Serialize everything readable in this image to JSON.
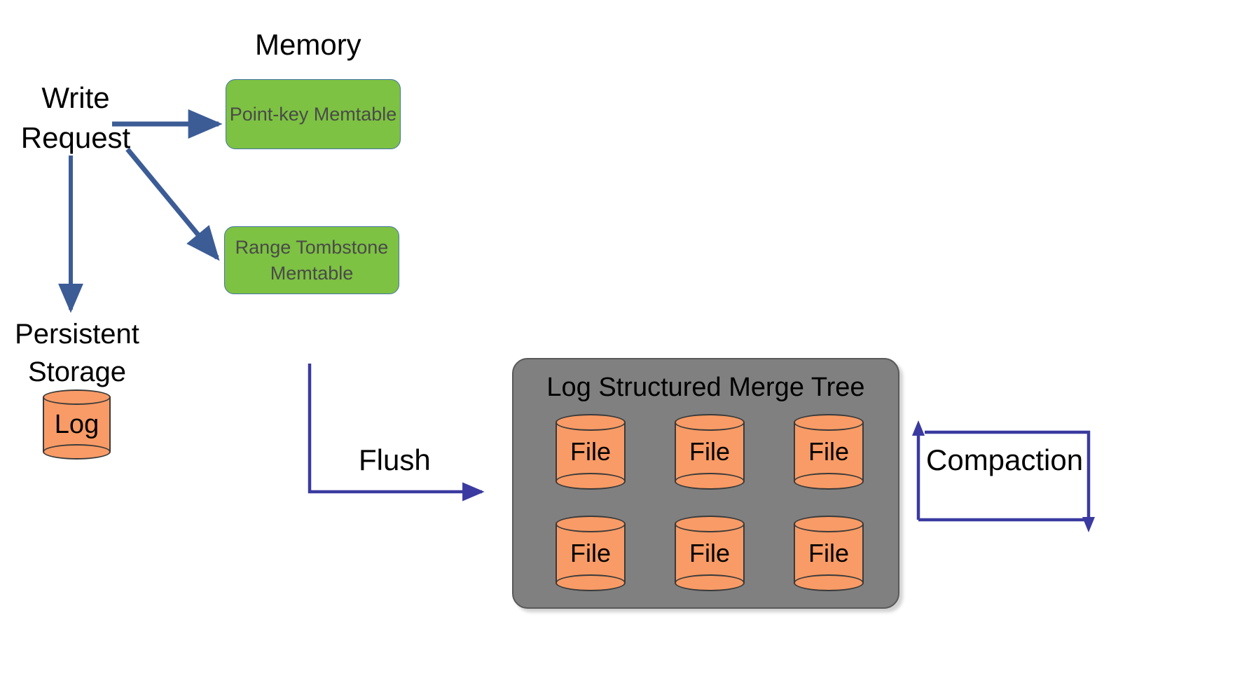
{
  "diagram": {
    "title_labels": {
      "memory": "Memory",
      "write_request": "Write Request",
      "persistent_storage": "Persistent Storage",
      "flush": "Flush",
      "compaction": "Compaction"
    },
    "memtables": [
      {
        "id": "point-key",
        "label": "Point-key Memtable"
      },
      {
        "id": "range-tombstone",
        "label": "Range Tombstone Memtable"
      }
    ],
    "log_cylinder": {
      "label": "Log"
    },
    "lsm_tree": {
      "title": "Log Structured Merge Tree",
      "files_top": [
        {
          "label": "File"
        },
        {
          "label": "File"
        },
        {
          "label": "File"
        }
      ],
      "files_bottom": [
        {
          "label": "File"
        },
        {
          "label": "File"
        },
        {
          "label": "File"
        }
      ]
    },
    "arrows": [
      {
        "name": "write-to-point-key-memtable",
        "style": "solid-arrow",
        "color": "#3C5C96"
      },
      {
        "name": "write-to-range-tombstone-memtable",
        "style": "solid-arrow",
        "color": "#3C5C96"
      },
      {
        "name": "write-to-log",
        "style": "solid-arrow",
        "color": "#3C5C96"
      },
      {
        "name": "flush-arrow",
        "style": "elbow-arrow",
        "color": "#3A3AA0"
      },
      {
        "name": "compaction-loop-arrow",
        "style": "loop-arrow",
        "color": "#3A3AA0"
      }
    ],
    "colors": {
      "memtable_fill": "#7DC242",
      "memtable_border": "#4573A7",
      "cylinder_fill": "#F89B66",
      "cylinder_border": "#3A3A3A",
      "lsm_fill": "#808080",
      "lsm_border": "#595959",
      "write_arrow": "#3C5C96",
      "process_arrow": "#3A3AA0",
      "text": "#000000",
      "memtable_text": "#4A4A4A",
      "background": "#FFFFFF"
    }
  }
}
